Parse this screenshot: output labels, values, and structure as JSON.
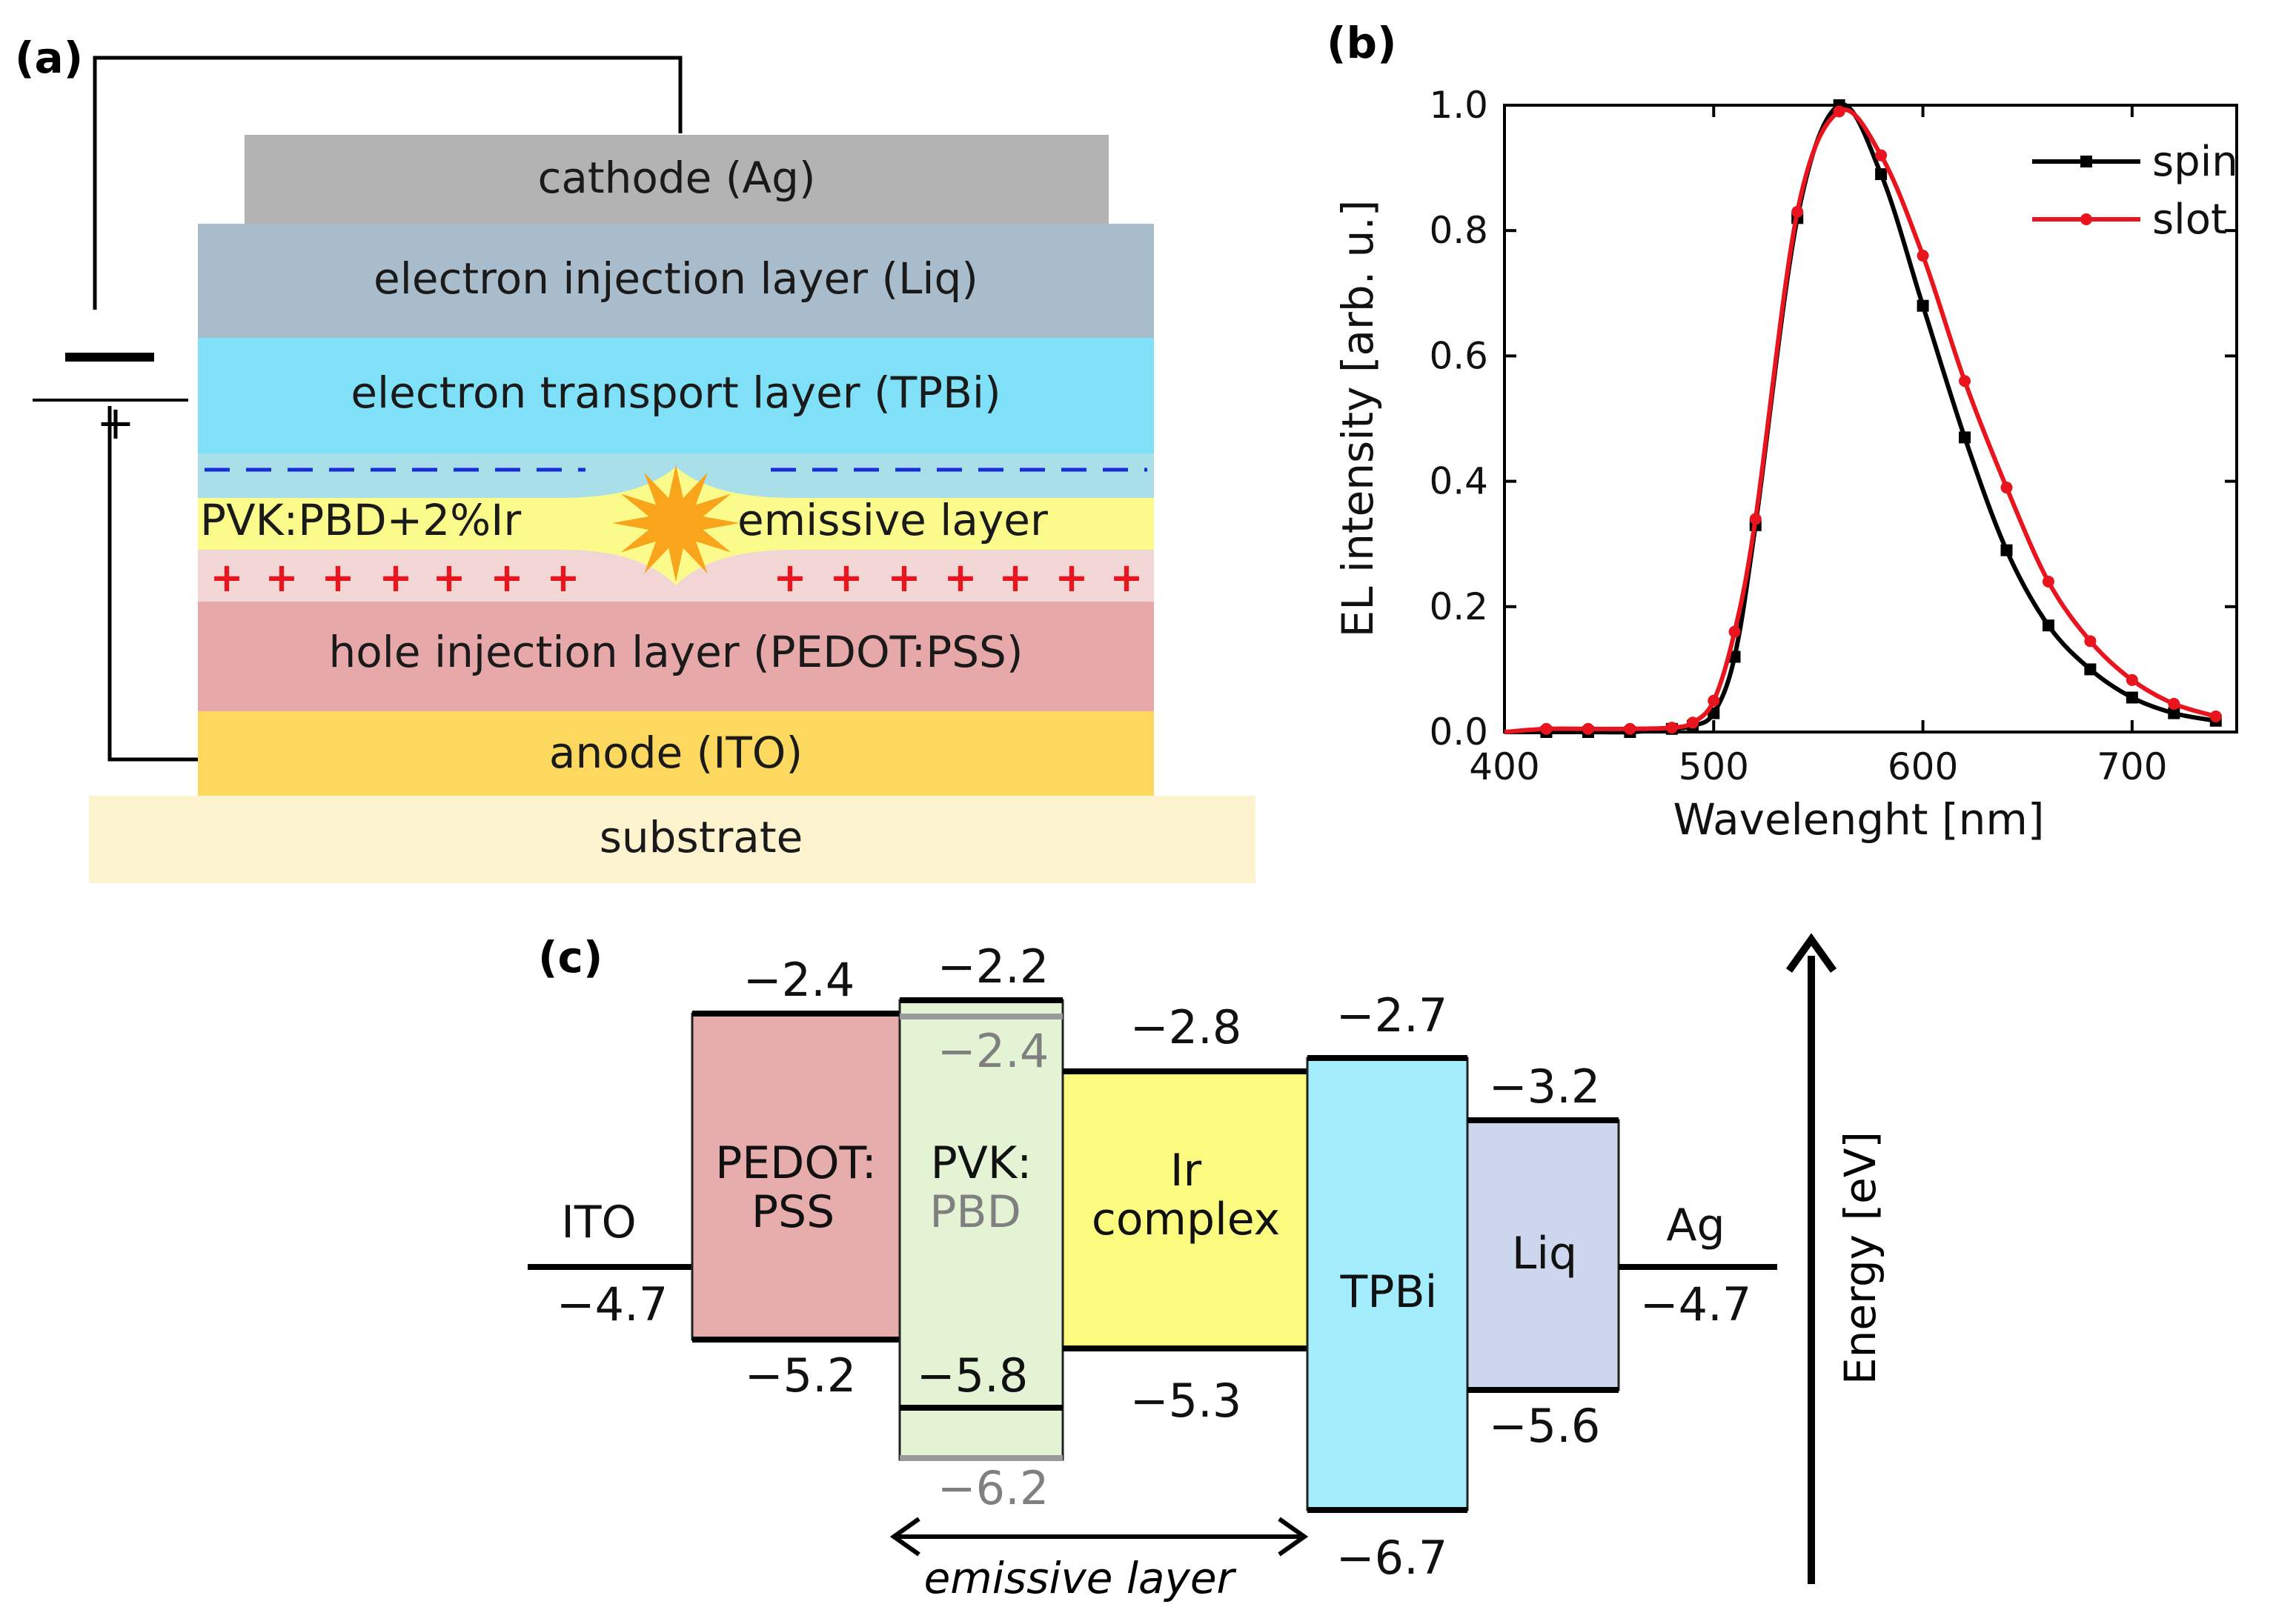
{
  "panel_a": {
    "label": "(a)",
    "layers": {
      "cathode": "cathode (Ag)",
      "eil": "electron injection layer (Liq)",
      "etl": "electron transport layer (TPBi)",
      "eml_material": "PVK:PBD+2%Ir",
      "eml": "emissive layer",
      "hil": "hole injection layer (PEDOT:PSS)",
      "anode": "anode (ITO)",
      "substrate": "substrate"
    },
    "battery_plus": "+",
    "colors": {
      "cathode": "#b3b3b3",
      "eil": "#a9bccb",
      "etl": "#7fe0f8",
      "electron_band": "#a8dfe8",
      "eml": "#fbfb8c",
      "hole_band": "#f2d6d6",
      "hil": "#e6a8a8",
      "anode": "#fdd85f",
      "substrate": "#fdf3cf",
      "star": "#f9a51b",
      "minus": "#1a2dd8",
      "plus": "#e8141e"
    }
  },
  "panel_b": {
    "label": "(b)"
  },
  "chart_data": {
    "type": "line",
    "xlabel": "Wavelenght [nm]",
    "ylabel": "EL intensity [arb. u.]",
    "xlim": [
      400,
      750
    ],
    "ylim": [
      0,
      1.0
    ],
    "xticks": [
      "400",
      "500",
      "600",
      "700"
    ],
    "yticks": [
      "0.0",
      "0.2",
      "0.4",
      "0.6",
      "0.8",
      "1.0"
    ],
    "legend": "top-right",
    "series": [
      {
        "name": "spin",
        "color": "#000000",
        "x": [
          400,
          420,
          440,
          460,
          480,
          490,
          500,
          510,
          520,
          540,
          560,
          580,
          600,
          620,
          640,
          660,
          680,
          700,
          720,
          740
        ],
        "y": [
          0.0,
          0.0,
          0.0,
          0.0,
          0.005,
          0.01,
          0.03,
          0.12,
          0.33,
          0.82,
          1.0,
          0.89,
          0.68,
          0.47,
          0.29,
          0.17,
          0.1,
          0.055,
          0.03,
          0.018
        ]
      },
      {
        "name": "slot",
        "color": "#e8141e",
        "x": [
          400,
          420,
          440,
          460,
          480,
          490,
          500,
          510,
          520,
          540,
          560,
          580,
          600,
          620,
          640,
          660,
          680,
          700,
          720,
          740
        ],
        "y": [
          0.0,
          0.005,
          0.005,
          0.005,
          0.007,
          0.015,
          0.05,
          0.16,
          0.34,
          0.83,
          0.99,
          0.92,
          0.76,
          0.56,
          0.39,
          0.24,
          0.145,
          0.083,
          0.045,
          0.025
        ]
      }
    ]
  },
  "panel_c": {
    "label": "(c)",
    "ito": {
      "name": "ITO",
      "wf": "−4.7"
    },
    "ag": {
      "name": "Ag",
      "wf": "−4.7"
    },
    "pedot": {
      "line1": "PEDOT:",
      "line2": "PSS",
      "lumo": "−2.4",
      "homo": "−5.2"
    },
    "pvk": {
      "line1": "PVK:",
      "line2": "PBD",
      "lumo_pvk": "−2.2",
      "lumo_pbd": "−2.4",
      "homo_pvk": "−5.8",
      "homo_pbd": "−6.2"
    },
    "ir": {
      "line1": "Ir",
      "line2": "complex",
      "lumo": "−2.8",
      "homo": "−5.3"
    },
    "tpbi": {
      "name": "TPBi",
      "lumo": "−2.7",
      "homo": "−6.7"
    },
    "liq": {
      "name": "Liq",
      "lumo": "−3.2",
      "homo": "−5.6"
    },
    "emissive_label": "emissive layer",
    "energy_axis": "Energy [eV]",
    "colors": {
      "pedot": "#e6adac",
      "pvk": "#e3f3d3",
      "ir": "#fbfb80",
      "tpbi": "#a3ecfb",
      "liq": "#ccd7ee"
    }
  }
}
